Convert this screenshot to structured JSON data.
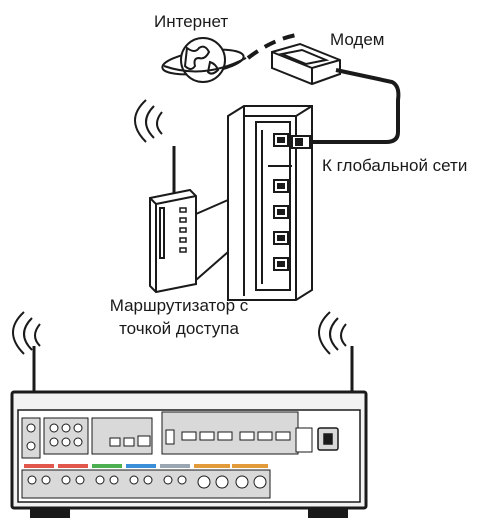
{
  "diagram": {
    "labels": {
      "internet": "Интернет",
      "modem": "Модем",
      "wan": "К глобальной сети",
      "router_line1": "Маршрутизатор с",
      "router_line2": "точкой доступа"
    },
    "icons": {
      "internet": "globe-icon",
      "modem": "modem-icon",
      "router": "router-icon",
      "wifi": "wifi-signal-icon",
      "receiver": "av-receiver-icon"
    },
    "colors": {
      "line": "#1a1a1a",
      "cable": "#1a1a1a",
      "device_fill": "#ffffff",
      "receiver_fill": "#f2f2f2",
      "receiver_panel": "#d9d9d9"
    }
  }
}
